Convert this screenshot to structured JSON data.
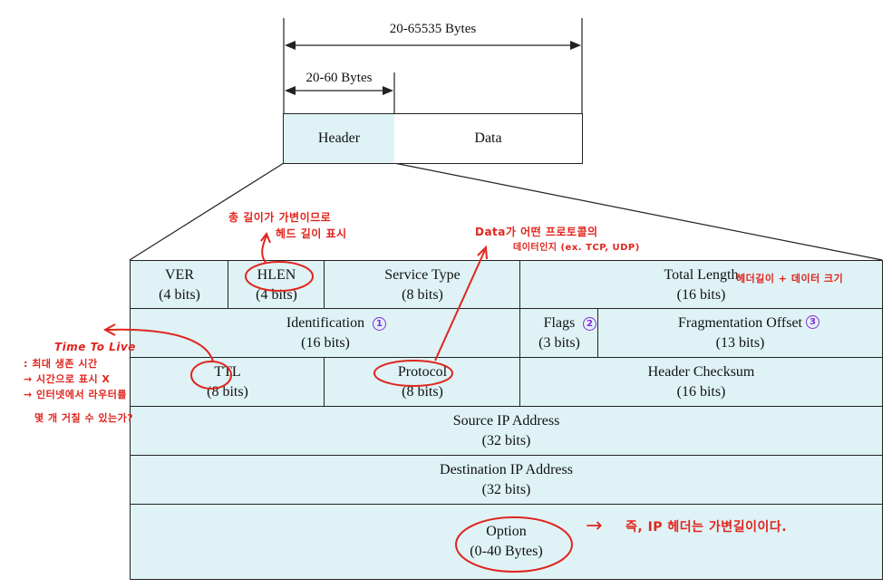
{
  "top": {
    "total_range": "20-65535 Bytes",
    "header_range": "20-60 Bytes",
    "header_label": "Header",
    "data_label": "Data"
  },
  "fields": {
    "ver": {
      "name": "VER",
      "bits": "(4 bits)"
    },
    "hlen": {
      "name": "HLEN",
      "bits": "(4 bits)"
    },
    "service_type": {
      "name": "Service Type",
      "bits": "(8 bits)"
    },
    "total_length": {
      "name": "Total Length",
      "bits": "(16 bits)"
    },
    "identification": {
      "name": "Identification",
      "bits": "(16 bits)"
    },
    "flags": {
      "name": "Flags",
      "bits": "(3 bits)"
    },
    "fragmentation_offset": {
      "name": "Fragmentation Offset",
      "bits": "(13 bits)"
    },
    "ttl": {
      "name": "TTL",
      "bits": "(8 bits)"
    },
    "protocol": {
      "name": "Protocol",
      "bits": "(8 bits)"
    },
    "header_checksum": {
      "name": "Header Checksum",
      "bits": "(16 bits)"
    },
    "source_ip": {
      "name": "Source IP Address",
      "bits": "(32 bits)"
    },
    "destination_ip": {
      "name": "Destination IP Address",
      "bits": "(32 bits)"
    },
    "option": {
      "name": "Option",
      "bits": "(0-40 Bytes)"
    }
  },
  "numbers": {
    "identification": "1",
    "flags": "2",
    "fragmentation_offset": "3"
  },
  "annotations": {
    "hlen_line1": "총 길이가  가변이므로",
    "hlen_line2": "헤드 길이 표시",
    "protocol_line1": "Data가 어떤 프로토콜의",
    "protocol_line2": "데이터인지 (ex. TCP, UDP)",
    "total_length_note": "헤더길이 + 데이터 크기",
    "ttl_title": "Time To Live",
    "ttl_line1": ": 최대 생존 시간",
    "ttl_line2": "→ 시간으로 표시 X",
    "ttl_line3": "→ 인터넷에서 라우터를",
    "ttl_line4": "몇 개 거칠 수 있는가?",
    "option_arrow": "→",
    "option_note": "즉, IP 헤더는 가변길이이다."
  },
  "colors": {
    "cell_fill": "#dff3f6",
    "annotation": "#e0251e",
    "number_circle": "#8a2be2"
  }
}
